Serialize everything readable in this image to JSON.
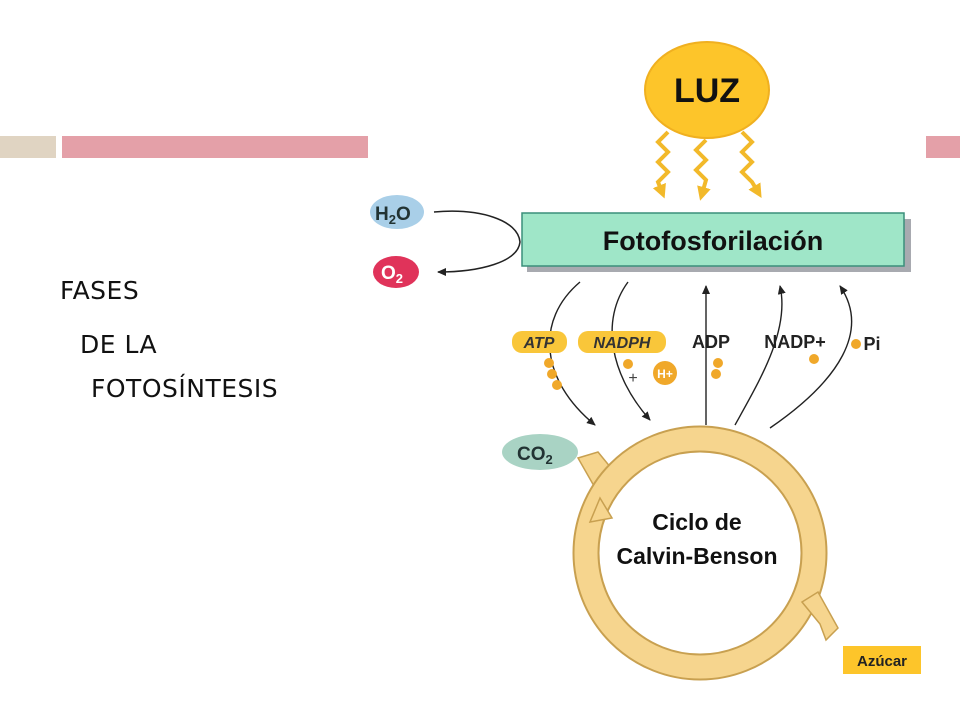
{
  "slide": {
    "title_lines": [
      "FASES",
      "DE LA",
      "FOTOSÍNTESIS"
    ],
    "colors": {
      "bar_left": "#e0d4c2",
      "bar_pink": "#e4a0a8",
      "sun": "#fdc52a",
      "box": "#9fe6c8",
      "cycle": "#f6d58e"
    }
  },
  "diagram": {
    "light": "LUZ",
    "photophosphorylation": "Fotofosforilación",
    "water": {
      "base": "H",
      "sub": "2",
      "end": "O"
    },
    "oxygen": {
      "base": "O",
      "sub": "2"
    },
    "atp": "ATP",
    "nadph": "NADPH",
    "adp": "ADP",
    "nadp": "NADP+",
    "pi": "Pi",
    "h_plus": "H+",
    "plus_sign": "+",
    "co2": {
      "base": "CO",
      "sub": "2"
    },
    "cycle_line1": "Ciclo de",
    "cycle_line2": "Calvin-Benson",
    "sugar": "Azúcar"
  }
}
